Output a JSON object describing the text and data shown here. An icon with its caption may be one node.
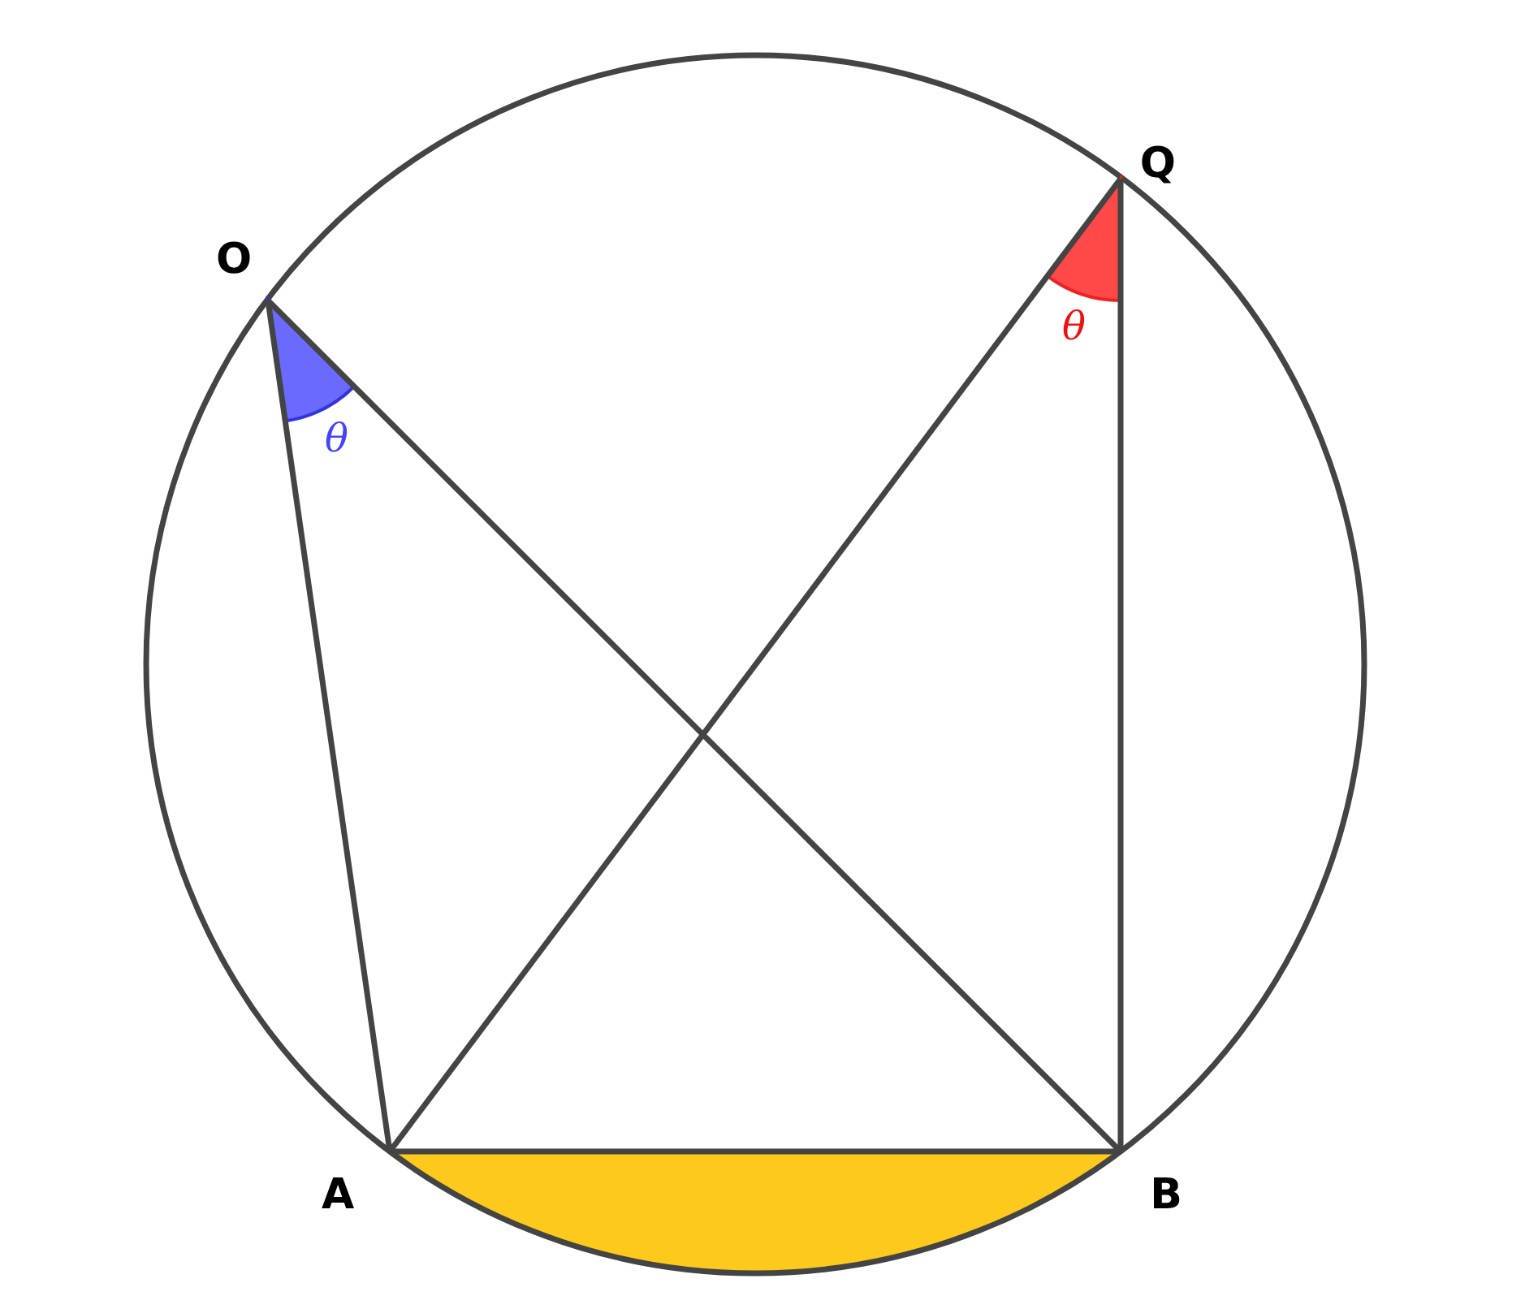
{
  "diagram": {
    "nodes": [
      {
        "text": [
          "O"
        ]
      },
      {
        "text": [
          "Q"
        ]
      },
      {
        "text": [
          "A"
        ]
      },
      {
        "text": [
          "B"
        ]
      }
    ],
    "edges": [
      {
        "from": 0,
        "to": 2,
        "arrow": "none"
      },
      {
        "from": 0,
        "to": 3,
        "arrow": "none"
      },
      {
        "from": 1,
        "to": 2,
        "arrow": "none"
      },
      {
        "from": 1,
        "to": 3,
        "arrow": "none"
      },
      {
        "from": 2,
        "to": 3,
        "arrow": "none"
      }
    ],
    "labels": [
      "θ",
      "θ"
    ]
  }
}
